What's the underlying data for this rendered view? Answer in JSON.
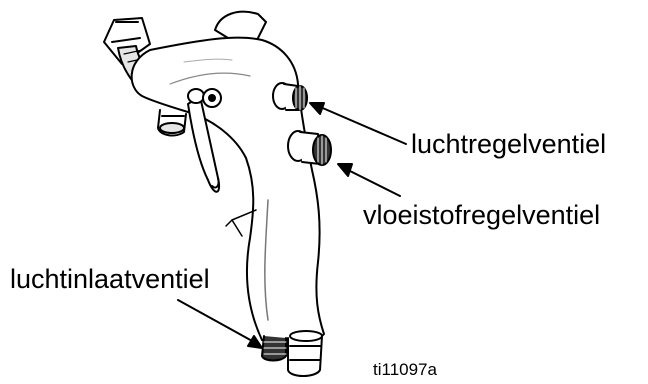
{
  "figure": {
    "callouts": {
      "air_regulator": "luchtregelventiel",
      "fluid_regulator": "vloeistofregelventiel",
      "air_inlet": "luchtinlaatventiel"
    },
    "figure_id": "ti11097a"
  },
  "colors": {
    "line": "#000000",
    "body_fill": "#ffffff",
    "shade": "#d8d8d8",
    "dark": "#1a1a1a"
  }
}
